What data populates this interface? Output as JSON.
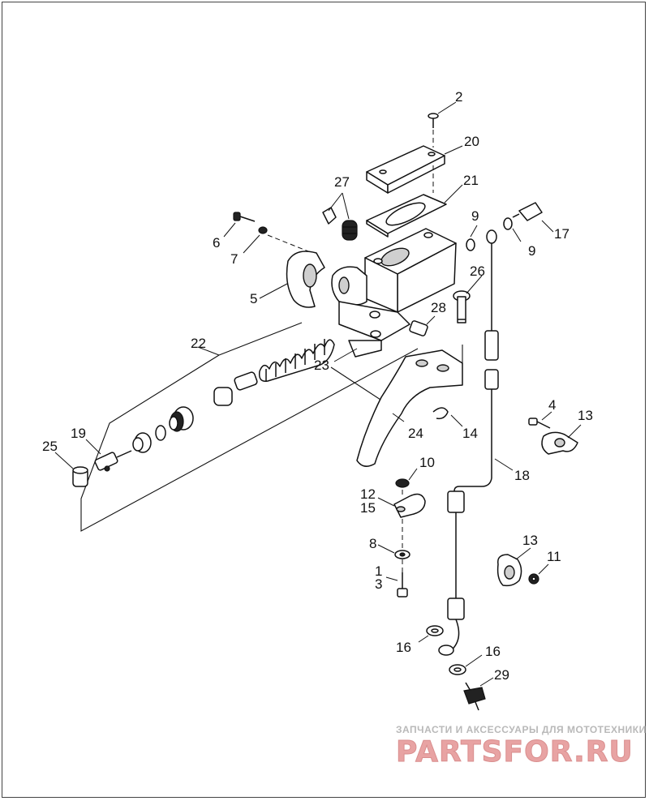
{
  "callouts": {
    "n1": "1",
    "n2": "2",
    "n3": "3",
    "n4": "4",
    "n5": "5",
    "n6": "6",
    "n7": "7",
    "n8": "8",
    "n9a": "9",
    "n9b": "9",
    "n10": "10",
    "n11": "11",
    "n12": "12",
    "n13a": "13",
    "n13b": "13",
    "n14": "14",
    "n15": "15",
    "n16a": "16",
    "n16b": "16",
    "n17": "17",
    "n18": "18",
    "n19": "19",
    "n20": "20",
    "n21": "21",
    "n22": "22",
    "n23": "23",
    "n24": "24",
    "n25": "25",
    "n26": "26",
    "n27": "27",
    "n28": "28",
    "n29": "29"
  },
  "watermark": {
    "tagline": "ЗАПЧАСТИ И АКСЕССУАРЫ ДЛЯ МОТОТЕХНИКИ",
    "logo": "PARTSFOR.RU",
    "logo_color": "#e8a3a3",
    "tagline_color": "#b9b9b9"
  }
}
